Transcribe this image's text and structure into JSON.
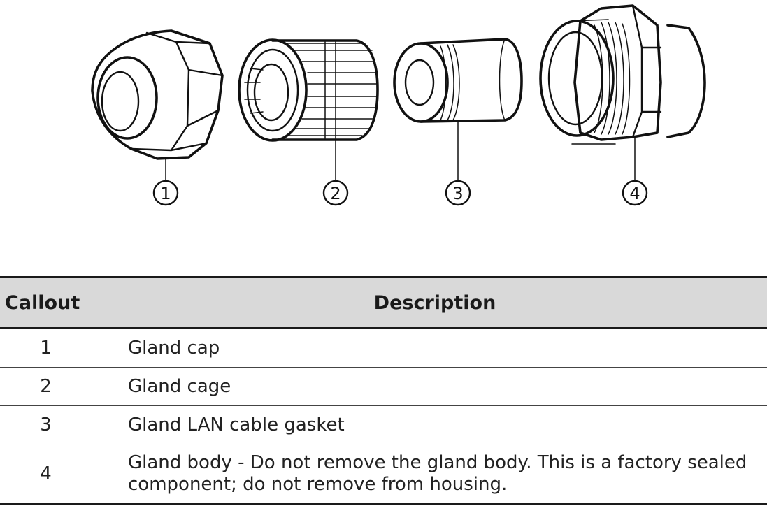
{
  "figure": {
    "callout_markers": [
      "1",
      "2",
      "3",
      "4"
    ],
    "parts": [
      "gland-cap",
      "gland-cage",
      "gland-lan-cable-gasket",
      "gland-body"
    ]
  },
  "table": {
    "headers": {
      "callout": "Callout",
      "description": "Description"
    },
    "rows": [
      {
        "callout": "1",
        "description": "Gland cap"
      },
      {
        "callout": "2",
        "description": "Gland cage"
      },
      {
        "callout": "3",
        "description": "Gland LAN cable gasket"
      },
      {
        "callout": "4",
        "description": "Gland body - Do not remove the gland body. This is a factory sealed component; do not remove from housing."
      }
    ]
  }
}
